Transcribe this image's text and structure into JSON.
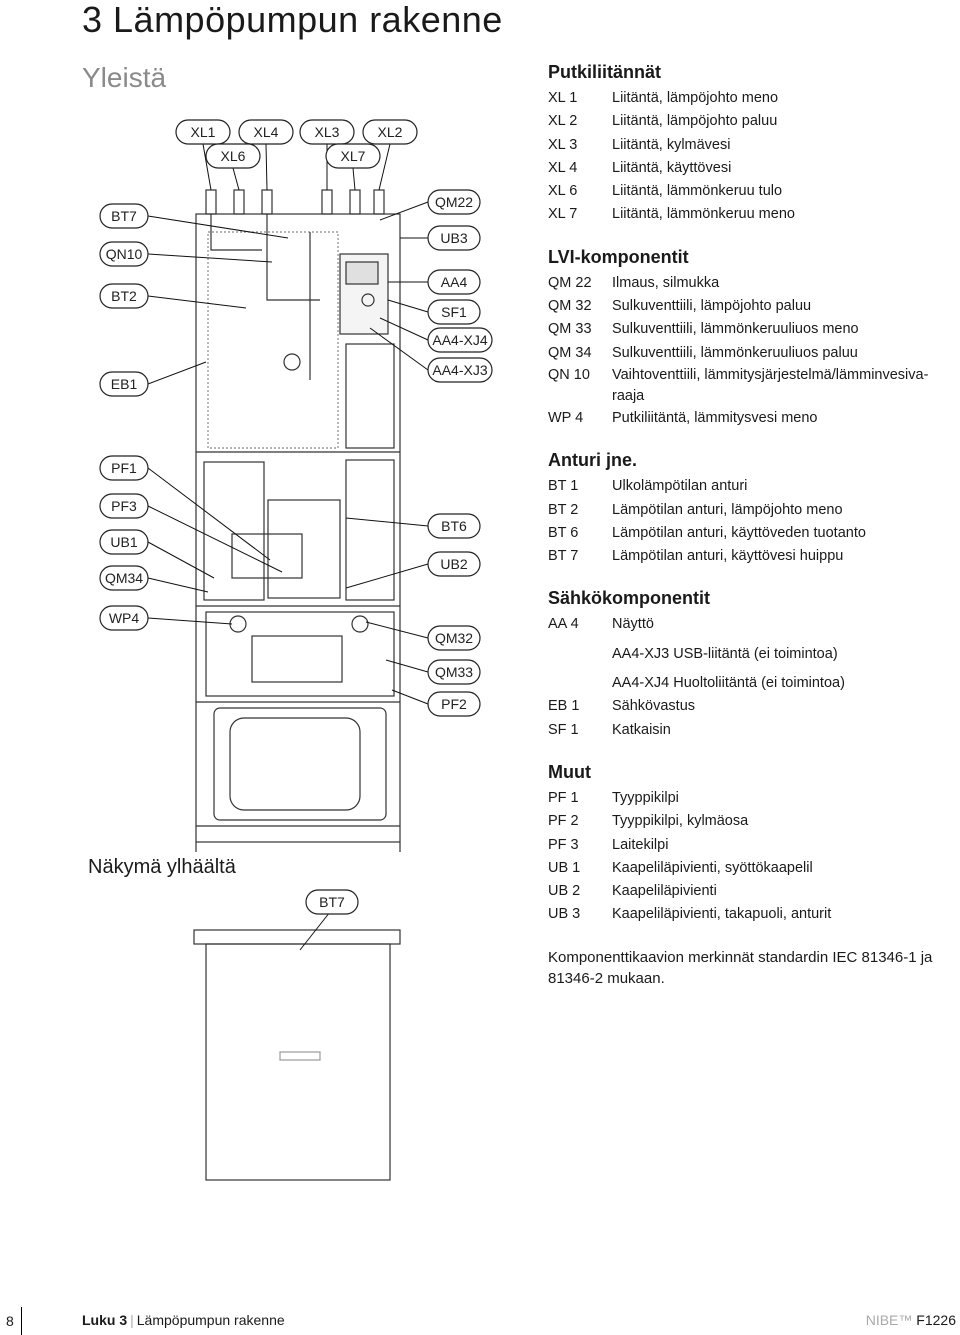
{
  "page": {
    "title": "3 Lämpöpumpun rakenne",
    "section": "Yleistä",
    "view_label": "Näkymä ylhäältä"
  },
  "callouts": {
    "top": [
      "XL1",
      "XL4",
      "XL3",
      "XL2",
      "XL6",
      "XL7"
    ],
    "left": [
      "BT7",
      "QN10",
      "BT2",
      "EB1",
      "PF1",
      "PF3",
      "UB1",
      "QM34",
      "WP4"
    ],
    "right": [
      "QM22",
      "UB3",
      "AA4",
      "SF1",
      "AA4-XJ4",
      "AA4-XJ3",
      "BT6",
      "UB2",
      "QM32",
      "QM33",
      "PF2"
    ],
    "top_view": "BT7"
  },
  "legend": {
    "pipes": {
      "title": "Putkiliitännät",
      "items": [
        {
          "code": "XL 1",
          "desc": "Liitäntä, lämpöjohto meno"
        },
        {
          "code": "XL 2",
          "desc": "Liitäntä, lämpöjohto paluu"
        },
        {
          "code": "XL 3",
          "desc": "Liitäntä, kylmävesi"
        },
        {
          "code": "XL 4",
          "desc": "Liitäntä, käyttövesi"
        },
        {
          "code": "XL 6",
          "desc": "Liitäntä, lämmönkeruu tulo"
        },
        {
          "code": "XL 7",
          "desc": "Liitäntä, lämmönkeruu meno"
        }
      ]
    },
    "hvac": {
      "title": "LVI-komponentit",
      "items": [
        {
          "code": "QM 22",
          "desc": "Ilmaus, silmukka"
        },
        {
          "code": "QM 32",
          "desc": "Sulkuventtiili, lämpöjohto paluu"
        },
        {
          "code": "QM 33",
          "desc": "Sulkuventtiili, lämmönkeruuliuos meno"
        },
        {
          "code": "QM 34",
          "desc": "Sulkuventtiili, lämmönkeruuliuos paluu"
        },
        {
          "code": "QN 10",
          "desc": "Vaihtoventtiili, lämmitysjärjestelmä/lämminvesiva-raaja"
        },
        {
          "code": "WP 4",
          "desc": "Putkiliitäntä, lämmitysvesi meno"
        }
      ]
    },
    "sensors": {
      "title": "Anturi jne.",
      "items": [
        {
          "code": "BT 1",
          "desc": "Ulkolämpötilan anturi"
        },
        {
          "code": "BT 2",
          "desc": "Lämpötilan anturi, lämpöjohto meno"
        },
        {
          "code": "BT 6",
          "desc": "Lämpötilan anturi, käyttöveden tuotanto"
        },
        {
          "code": "BT 7",
          "desc": "Lämpötilan anturi, käyttövesi huippu"
        }
      ]
    },
    "electrical": {
      "title": "Sähkökomponentit",
      "items": [
        {
          "code": "AA 4",
          "desc": "Näyttö"
        },
        {
          "code": "",
          "desc": "AA4-XJ3 USB-liitäntä (ei toimintoa)"
        },
        {
          "code": "",
          "desc": "AA4-XJ4 Huoltoliitäntä (ei toimintoa)"
        },
        {
          "code": "EB 1",
          "desc": "Sähkövastus"
        },
        {
          "code": "SF 1",
          "desc": "Katkaisin"
        }
      ]
    },
    "misc": {
      "title": "Muut",
      "items": [
        {
          "code": "PF 1",
          "desc": "Tyyppikilpi"
        },
        {
          "code": "PF 2",
          "desc": "Tyyppikilpi, kylmäosa"
        },
        {
          "code": "PF 3",
          "desc": "Laitekilpi"
        },
        {
          "code": "UB 1",
          "desc": "Kaapeliläpivienti, syöttökaapelil"
        },
        {
          "code": "UB 2",
          "desc": "Kaapeliläpivienti"
        },
        {
          "code": "UB 3",
          "desc": "Kaapeliläpivienti, takapuoli, anturit"
        }
      ]
    },
    "note": "Komponenttikaavion merkinnät standardin IEC 81346-1 ja 81346-2 mukaan."
  },
  "footer": {
    "page_number": "8",
    "chapter_label": "Luku 3",
    "chapter_title": "Lämpöpumpun rakenne",
    "brand": "NIBE™",
    "model": "F1226"
  }
}
